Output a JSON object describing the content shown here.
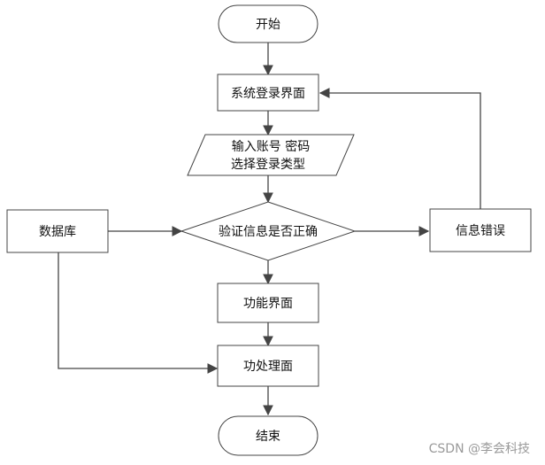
{
  "nodes": {
    "start": "开始",
    "login_screen": "系统登录界面",
    "input_line1": "输入账号 密码",
    "input_line2": "选择登录类型",
    "verify": "验证信息是否正确",
    "database": "数据库",
    "error": "信息错误",
    "function_screen": "功能界面",
    "processing_screen": "功处理面",
    "end": "结束"
  },
  "watermark": "CSDN @李会科技"
}
